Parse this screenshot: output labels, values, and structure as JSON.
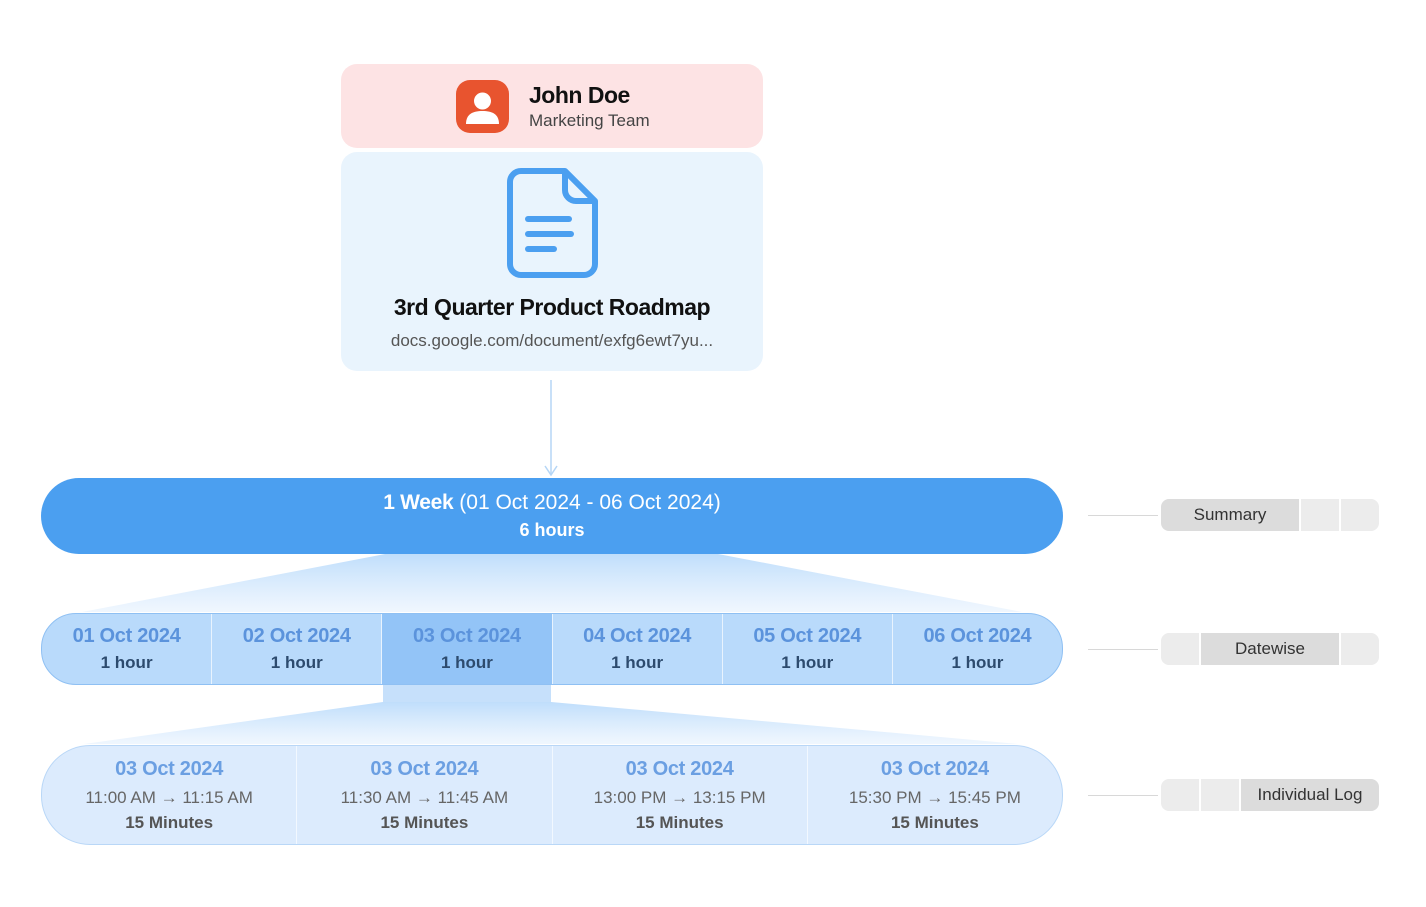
{
  "user": {
    "name": "John Doe",
    "team": "Marketing Team"
  },
  "document": {
    "title": "3rd Quarter Product Roadmap",
    "url": "docs.google.com/document/exfg6ewt7yu..."
  },
  "summary": {
    "period_label": "1 Week",
    "date_range": "(01 Oct 2024 - 06 Oct 2024)",
    "total": "6 hours"
  },
  "days": [
    {
      "date": "01 Oct 2024",
      "duration": "1 hour"
    },
    {
      "date": "02 Oct 2024",
      "duration": "1 hour"
    },
    {
      "date": "03 Oct 2024",
      "duration": "1 hour"
    },
    {
      "date": "04 Oct 2024",
      "duration": "1 hour"
    },
    {
      "date": "05 Oct 2024",
      "duration": "1 hour"
    },
    {
      "date": "06 Oct 2024",
      "duration": "1 hour"
    }
  ],
  "logs": [
    {
      "date": "03 Oct 2024",
      "time": "11:00 AM → 11:15 AM",
      "duration": "15 Minutes"
    },
    {
      "date": "03 Oct 2024",
      "time": "11:30 AM → 11:45 AM",
      "duration": "15 Minutes"
    },
    {
      "date": "03 Oct 2024",
      "time": "13:00 PM → 13:15 PM",
      "duration": "15 Minutes"
    },
    {
      "date": "03 Oct 2024",
      "time": "15:30 PM → 15:45 PM",
      "duration": "15 Minutes"
    }
  ],
  "legend": {
    "summary": "Summary",
    "datewise": "Datewise",
    "individual_log": "Individual Log"
  },
  "colors": {
    "accent": "#4b9ff0",
    "avatar": "#e8542f",
    "user_card": "#fde3e4",
    "doc_card": "#e9f4fd"
  }
}
